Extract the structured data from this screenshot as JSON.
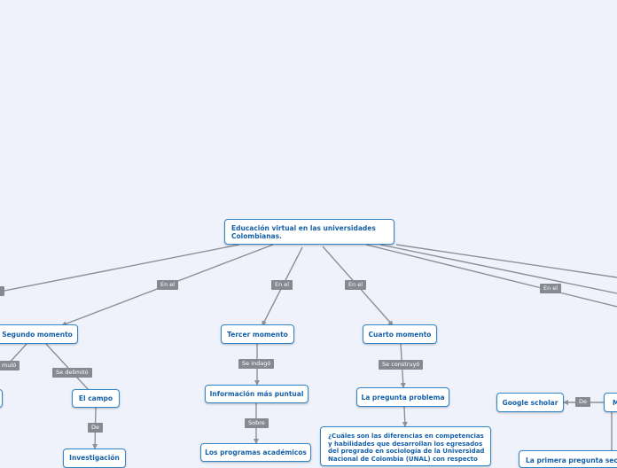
{
  "root": {
    "label": "Educación virtual en las universidades Colombianas."
  },
  "nodes": {
    "segundo_momento": "Segundo momento",
    "tercer_momento": "Tercer momento",
    "cuarto_momento": "Cuarto momento",
    "el_campo": "El campo",
    "investigacion": "Investigación",
    "informacion_puntual": "Información más puntual",
    "programas_academicos": "Los programas académicos",
    "pregunta_problema": "La pregunta problema",
    "pregunta_texto": "¿Cuáles son las diferencias en competencias y habilidades que desarrollan los egresados del pregrado en sociología de la Universidad Nacional de Colombia (UNAL) con respecto",
    "google_scholar": "Google scholar",
    "m_partial": "M",
    "primera_pregunta": "La primera pregunta secu"
  },
  "edge_labels": {
    "en_el_1": "En el",
    "en_el_2": "En el",
    "en_el_3": "En el",
    "en_el_4": "En el",
    "formulo_partial": "muló",
    "se_delimito": "Se delimitó",
    "de_1": "De",
    "se_indago": "Se indagó",
    "sobre": "Sobre",
    "se_construyo": "Se construyó",
    "de_2": "De"
  },
  "colors": {
    "background": "#f0f2fb",
    "node_border": "#2f87c9",
    "node_text": "#1560a8",
    "connector": "#8b9097",
    "label_bg": "#858a91"
  }
}
